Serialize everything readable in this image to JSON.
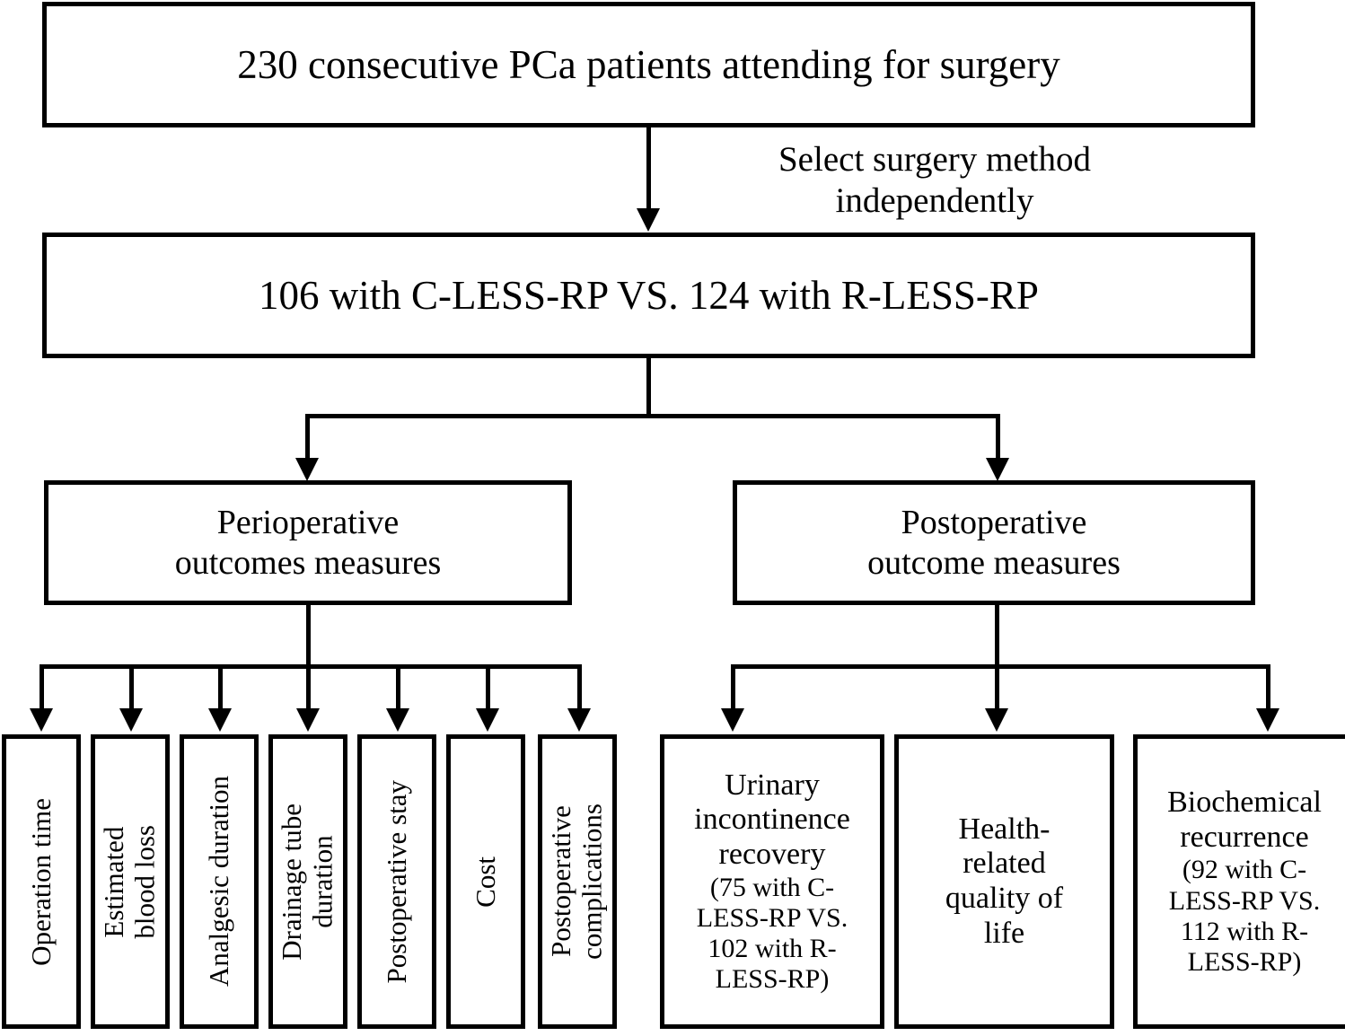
{
  "diagram": {
    "title": "PCa surgery study flow diagram",
    "colors": {
      "line": "#000000",
      "background": "#ffffff",
      "text": "#000000"
    },
    "nodes": {
      "cohort": "230 consecutive PCa patients attending for surgery",
      "allocation": "106 with C-LESS-RP VS. 124 with R-LESS-RP",
      "perioperative": "Perioperative\noutcomes measures",
      "postoperative": "Postoperative\noutcome measures"
    },
    "edges": {
      "select_method": "Select surgery method\nindependently"
    },
    "perioperative_outcomes": [
      {
        "label": "Operation time"
      },
      {
        "label": "Estimated\nblood loss"
      },
      {
        "label": "Analgesic duration"
      },
      {
        "label": "Drainage tube\nduration"
      },
      {
        "label": "Postoperative stay"
      },
      {
        "label": "Cost"
      },
      {
        "label": "Postoperative\ncomplications"
      }
    ],
    "postoperative_outcomes": [
      {
        "title": "Urinary\nincontinence\nrecovery",
        "detail": "(75 with C-\nLESS-RP VS.\n102 with R-\nLESS-RP)"
      },
      {
        "title": "Health-\nrelated\nquality of\nlife",
        "detail": ""
      },
      {
        "title": "Biochemical\nrecurrence",
        "detail": "(92 with C-\nLESS-RP VS.\n112 with R-\nLESS-RP)"
      }
    ]
  }
}
